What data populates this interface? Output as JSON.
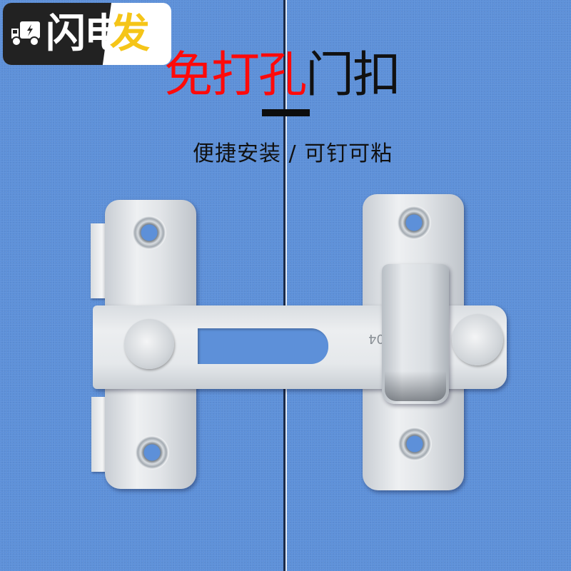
{
  "badge": {
    "icon": "delivery-truck-icon",
    "left_text": "闪电",
    "right_text": "发货",
    "colors": {
      "left_bg": "#222222",
      "left_text": "#ffffff",
      "right_bg": "#ffffff",
      "right_text": "#f5c518"
    }
  },
  "headline": {
    "red_part": "免打孔",
    "black_part": "门扣",
    "colors": {
      "red": "#ff0a0a",
      "black": "#111111"
    }
  },
  "subtitle": "便捷安装 / 可钉可粘",
  "product": {
    "name": "stainless steel door latch",
    "engraving": "04"
  },
  "colors": {
    "background": "#5d90d9"
  }
}
